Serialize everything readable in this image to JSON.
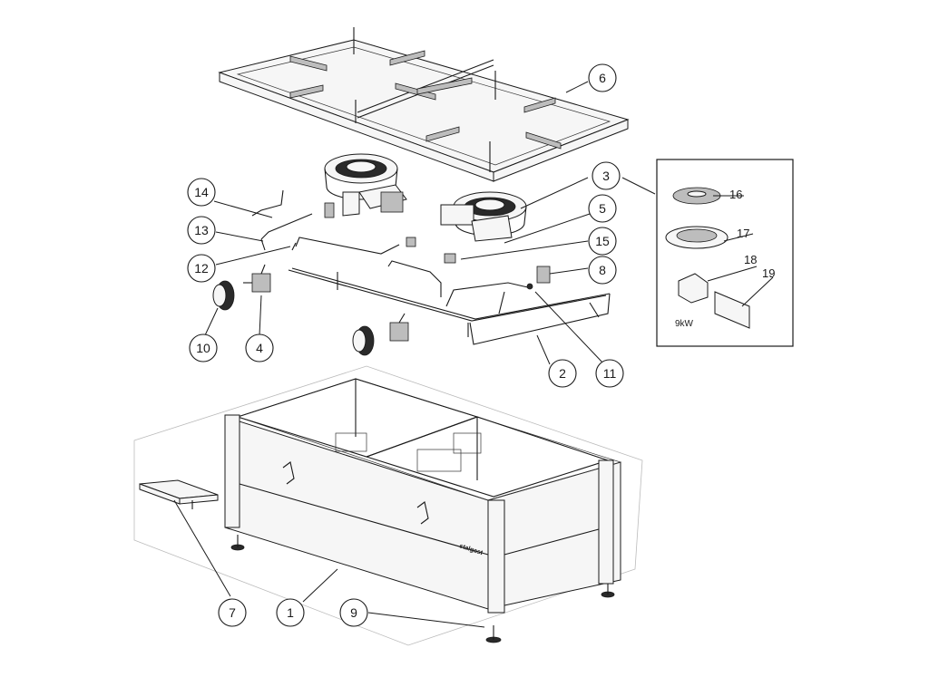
{
  "diagram": {
    "brand_logo": "stalgast",
    "detail_box": {
      "power_label": "9kW"
    },
    "callouts": [
      {
        "id": "callout-1",
        "label": "1"
      },
      {
        "id": "callout-2",
        "label": "2"
      },
      {
        "id": "callout-3",
        "label": "3"
      },
      {
        "id": "callout-4",
        "label": "4"
      },
      {
        "id": "callout-5",
        "label": "5"
      },
      {
        "id": "callout-6",
        "label": "6"
      },
      {
        "id": "callout-7",
        "label": "7"
      },
      {
        "id": "callout-8",
        "label": "8"
      },
      {
        "id": "callout-9",
        "label": "9"
      },
      {
        "id": "callout-10",
        "label": "10"
      },
      {
        "id": "callout-11",
        "label": "11"
      },
      {
        "id": "callout-12",
        "label": "12"
      },
      {
        "id": "callout-13",
        "label": "13"
      },
      {
        "id": "callout-14",
        "label": "14"
      },
      {
        "id": "callout-15",
        "label": "15"
      }
    ],
    "detail_labels": [
      {
        "id": "detail-16",
        "label": "16"
      },
      {
        "id": "detail-17",
        "label": "17"
      },
      {
        "id": "detail-18",
        "label": "18"
      },
      {
        "id": "detail-19",
        "label": "19"
      }
    ]
  }
}
